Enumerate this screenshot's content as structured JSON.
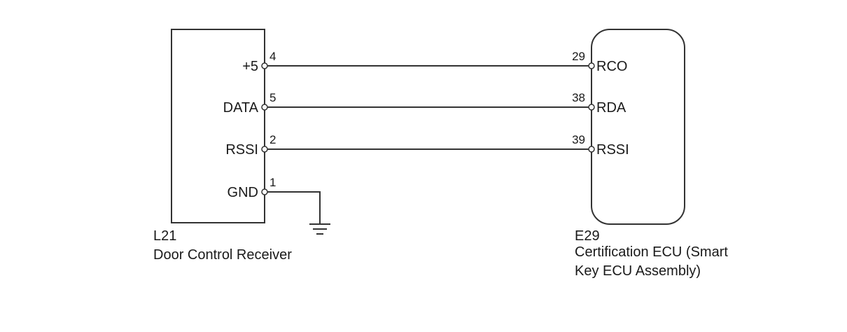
{
  "left_component": {
    "id": "L21",
    "name": "Door Control Receiver",
    "pins": [
      {
        "signal": "+5",
        "number": "4"
      },
      {
        "signal": "DATA",
        "number": "5"
      },
      {
        "signal": "RSSI",
        "number": "2"
      },
      {
        "signal": "GND",
        "number": "1"
      }
    ]
  },
  "right_component": {
    "id": "E29",
    "name_line1": "Certification ECU (Smart",
    "name_line2": "Key ECU Assembly)",
    "pins": [
      {
        "signal": "RCO",
        "number": "29"
      },
      {
        "signal": "RDA",
        "number": "38"
      },
      {
        "signal": "RSSI",
        "number": "39"
      }
    ]
  },
  "colors": {
    "line": "#333333",
    "text": "#1a1a1a",
    "background": "#ffffff"
  }
}
